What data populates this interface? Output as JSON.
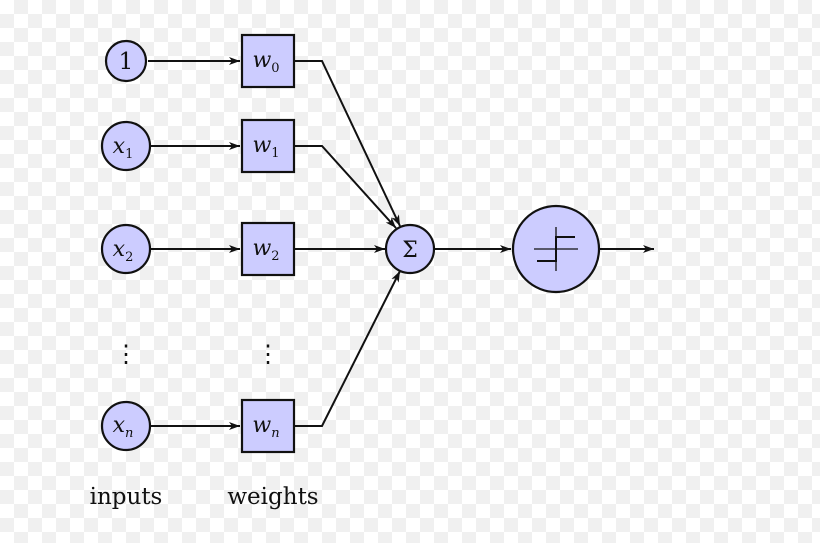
{
  "diagram": {
    "inputs": [
      {
        "var": "1",
        "sub": ""
      },
      {
        "var": "x",
        "sub": "1"
      },
      {
        "var": "x",
        "sub": "2"
      },
      {
        "var": "x",
        "sub": "n"
      }
    ],
    "weights": [
      {
        "var": "w",
        "sub": "0"
      },
      {
        "var": "w",
        "sub": "1"
      },
      {
        "var": "w",
        "sub": "2"
      },
      {
        "var": "w",
        "sub": "n"
      }
    ],
    "ellipsis": "⋮",
    "sum_symbol": "Σ",
    "activation_icon": "step-function-icon",
    "captions": {
      "inputs": "inputs",
      "weights": "weights"
    },
    "colors": {
      "node_fill": "#ccccff",
      "stroke": "#111111"
    }
  }
}
